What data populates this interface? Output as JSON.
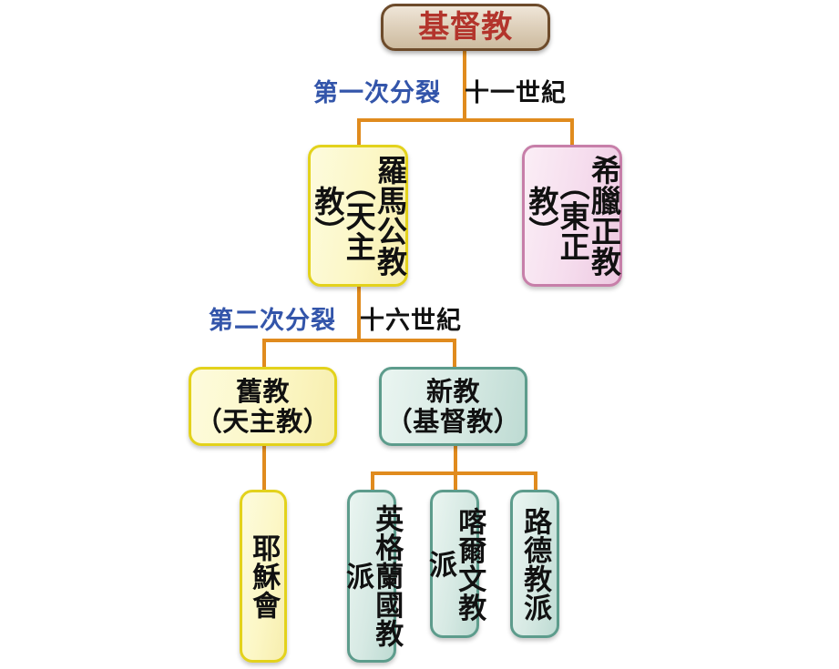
{
  "diagram": {
    "title_node": {
      "label": "基督教"
    },
    "splits": [
      {
        "name": "第一次分裂",
        "era": "十一世紀"
      },
      {
        "name": "第二次分裂",
        "era": "十六世紀"
      }
    ],
    "nodes": {
      "root": "基督教",
      "roman_catholic": "羅馬公教（天主教）",
      "greek_orthodox": "希臘正教（東正教）",
      "old_religion_line1": "舊教",
      "old_religion_line2": "（天主教）",
      "new_religion_line1": "新教",
      "new_religion_line2": "（基督教）",
      "jesuits": "耶穌會",
      "anglican": "英格蘭國教派",
      "calvinist": "喀爾文教派",
      "lutheran": "路德教派"
    },
    "colors": {
      "root_border": "#6d4b2b",
      "root_text": "#b3342c",
      "yellow_border": "#e3d21c",
      "pink_border": "#c77fa9",
      "teal_border": "#5d9c8c",
      "connector": "#e08b1e",
      "caption_highlight": "#3355aa",
      "caption_plain": "#111111",
      "background": "#ffffff"
    }
  }
}
